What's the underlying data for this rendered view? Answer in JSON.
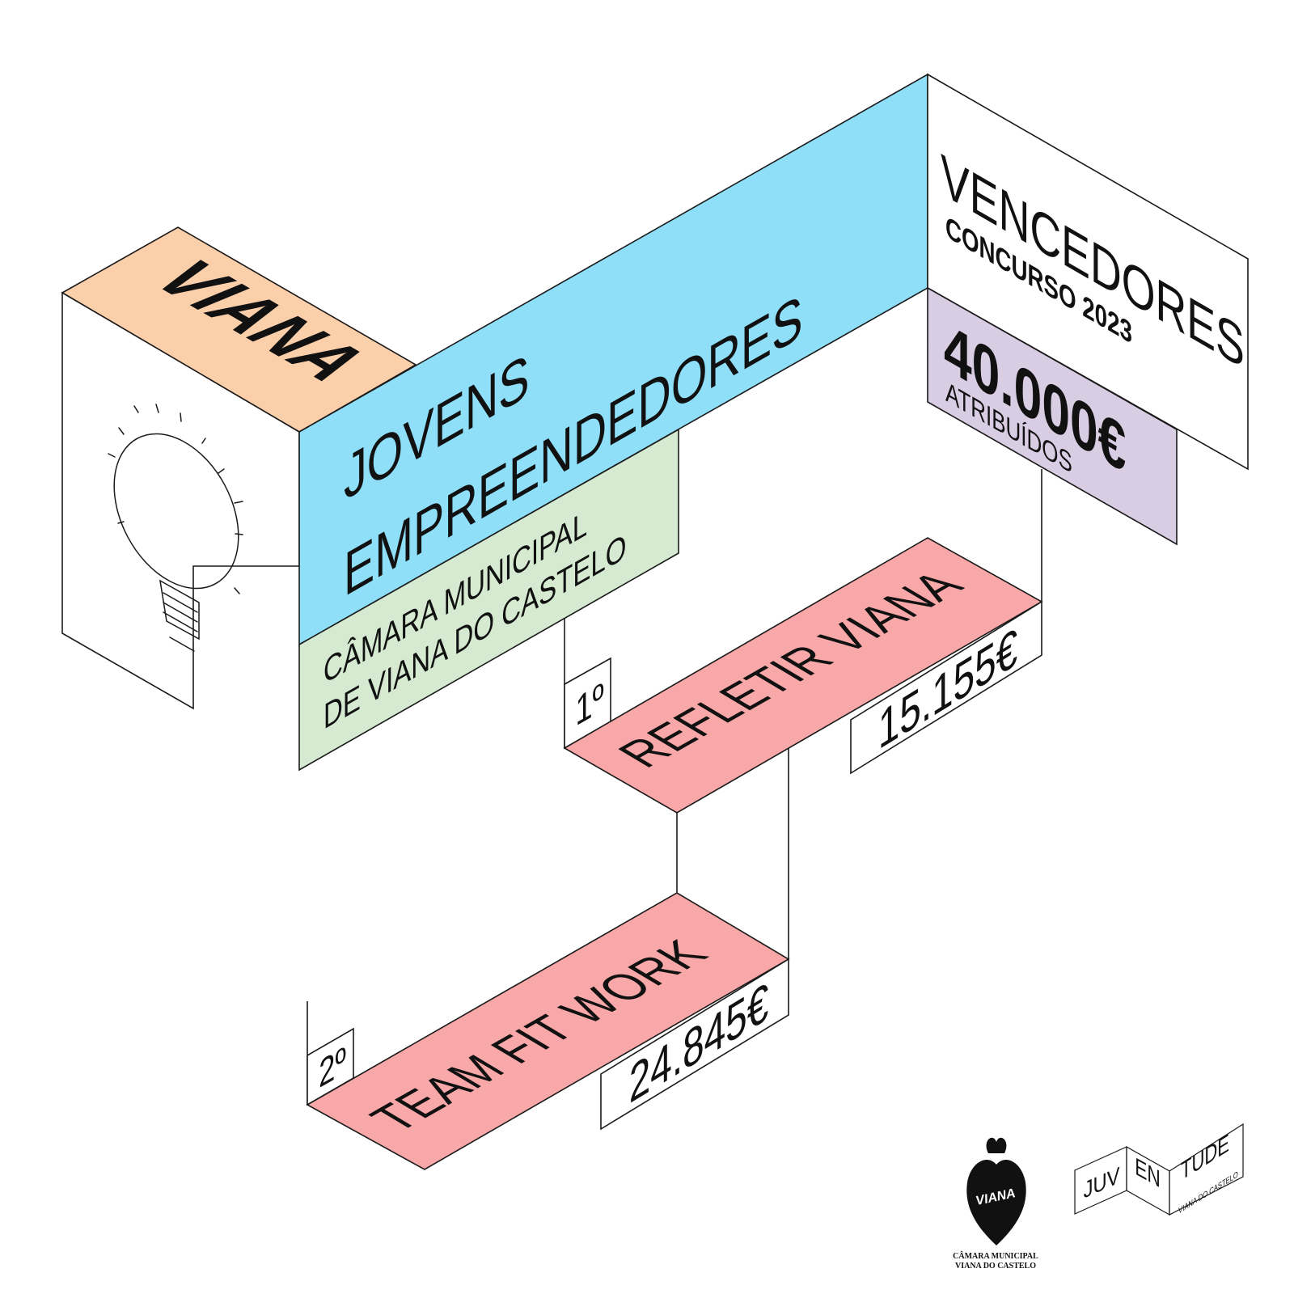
{
  "colors": {
    "peach": "#fccfab",
    "sky": "#8fdff8",
    "mint": "#d5ead0",
    "lavender": "#d9cde4",
    "rose": "#f8a8a8",
    "ink": "#111111",
    "paper": "#ffffff"
  },
  "top_block": {
    "label": "VIANA",
    "icon": "lightbulb-icon"
  },
  "headline": {
    "line1": "JOVENS",
    "line2": "EMPREENDEDORES"
  },
  "organizer": {
    "line1": "CÂMARA MUNICIPAL",
    "line2": "DE VIANA DO CASTELO"
  },
  "header": {
    "title": "VENCEDORES",
    "subtitle": "CONCURSO 2023"
  },
  "total": {
    "amount": "40.000€",
    "caption": "ATRIBUÍDOS"
  },
  "winners": [
    {
      "rank": "1º",
      "name": "REFLETIR VIANA",
      "amount": "15.155€"
    },
    {
      "rank": "2º",
      "name": "TEAM FIT WORK",
      "amount": "24.845€"
    }
  ],
  "logos": {
    "municipal": {
      "mark": "VIANA",
      "line1": "CÂMARA MUNICIPAL",
      "line2": "VIANA DO CASTELO"
    },
    "juventude": {
      "part1": "JUV",
      "part2": "EN",
      "part3": "TUDE",
      "sub": "VIANA DO CASTELO"
    }
  }
}
